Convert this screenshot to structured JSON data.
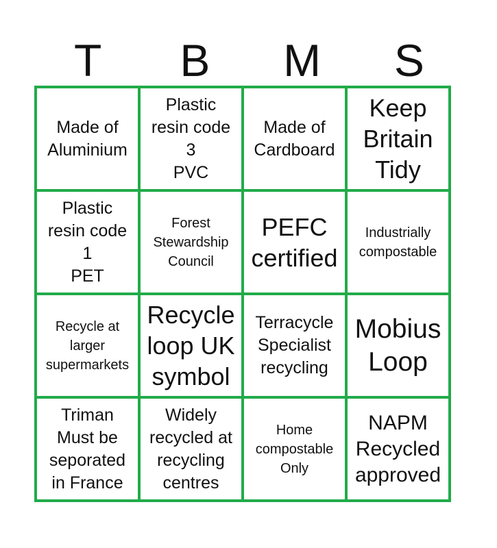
{
  "header": [
    "T",
    "B",
    "M",
    "S"
  ],
  "rows": [
    [
      "Made of\nAluminium",
      "Plastic\nresin code\n3\nPVC",
      "Made of\nCardboard",
      "Keep\nBritain\nTidy"
    ],
    [
      "Plastic\nresin code\n1\nPET",
      "Forest\nStewardship\nCouncil",
      "PEFC\ncertified",
      "Industrially\ncompostable"
    ],
    [
      "Recycle at\nlarger\nsupermarkets",
      "Recycle\nloop UK\nsymbol",
      "Terracycle\nSpecialist\nrecycling",
      "Mobius\nLoop"
    ],
    [
      "Triman\nMust be\nseporated\nin France",
      "Widely\nrecycled at\nrecycling\ncentres",
      "Home\ncompostable\nOnly",
      "NAPM\nRecycled\napproved"
    ]
  ],
  "accent_color": "#22ab4a"
}
